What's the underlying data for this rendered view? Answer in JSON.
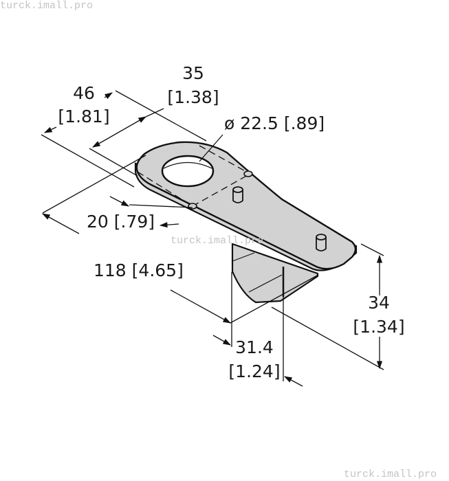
{
  "watermarks": {
    "top_left": "turck.imall.pro",
    "center": "turck.imall.pro",
    "bottom_right": "turck.imall.pro"
  },
  "colors": {
    "part_fill": "#d2d2d2",
    "line": "#111111",
    "watermark": "#c4c4c4"
  },
  "dimensions": {
    "d35": {
      "mm": "35",
      "in": "[1.38]"
    },
    "d46": {
      "mm": "46",
      "in": "[1.81]"
    },
    "diameter": {
      "label": "ø 22.5 [.89]"
    },
    "d20": {
      "label": "20 [.79]"
    },
    "d118": {
      "label": "118 [4.65]"
    },
    "d34": {
      "mm": "34",
      "in": "[1.34]"
    },
    "d31": {
      "mm": "31.4",
      "in": "[1.24]"
    }
  }
}
